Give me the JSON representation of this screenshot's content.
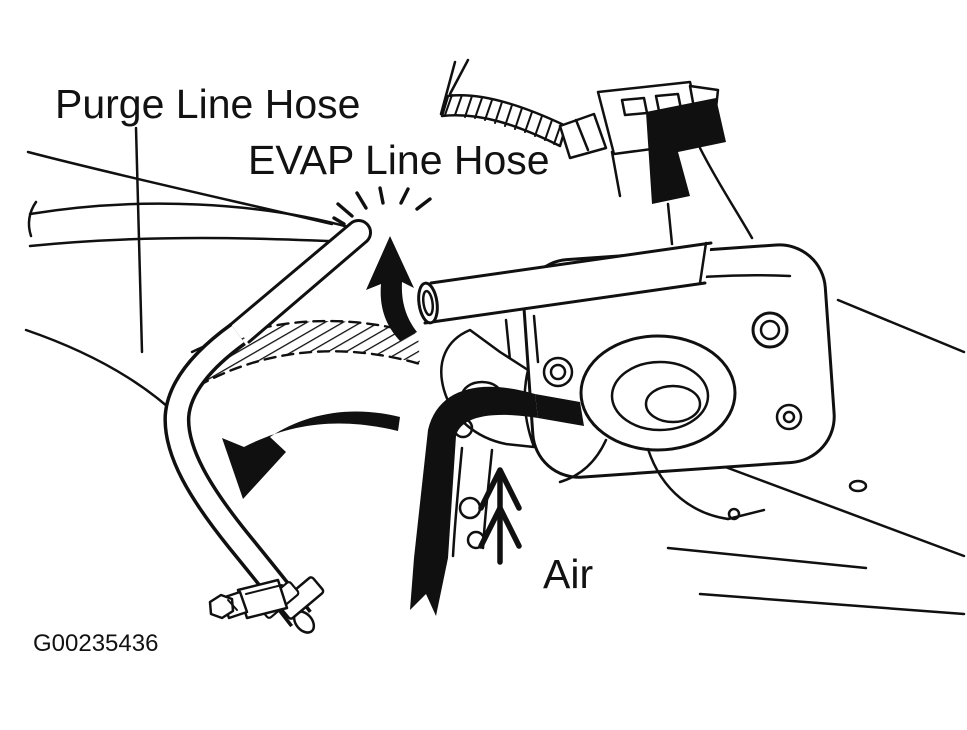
{
  "labels": {
    "purge_line_hose": "Purge Line Hose",
    "evap_line_hose": "EVAP Line Hose",
    "air": "Air",
    "figure_code": "G00235436"
  },
  "colors": {
    "ink": "#101010",
    "paper": "#ffffff"
  }
}
